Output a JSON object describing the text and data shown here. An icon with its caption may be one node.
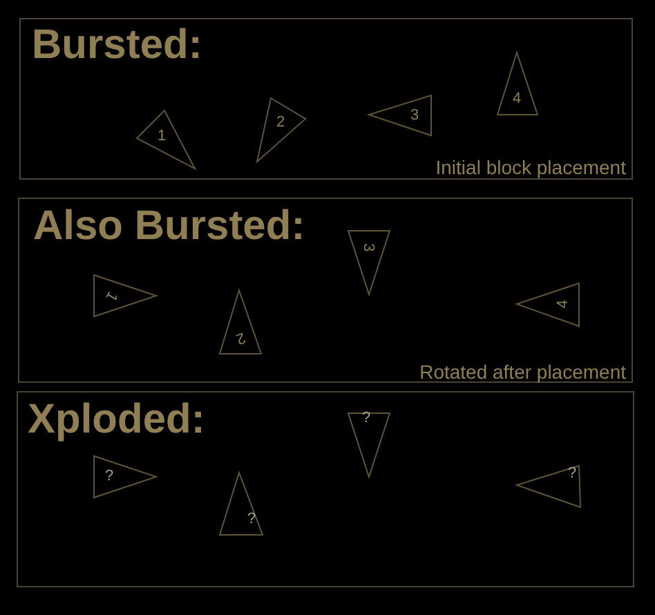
{
  "diagram": {
    "nodes": [
      {
        "text": [
          "Bursted:",
          "Initial block placement"
        ]
      },
      {
        "text": [
          "1"
        ],
        "in": 0
      },
      {
        "text": [
          "2"
        ],
        "in": 0
      },
      {
        "text": [
          "3"
        ],
        "in": 0
      },
      {
        "text": [
          "4"
        ],
        "in": 0
      },
      {
        "text": [
          "Also Bursted:",
          "Rotated after placement"
        ]
      },
      {
        "text": [
          "1"
        ],
        "in": 5
      },
      {
        "text": [
          "2"
        ],
        "in": 5
      },
      {
        "text": [
          "3"
        ],
        "in": 5
      },
      {
        "text": [
          "4"
        ],
        "in": 5
      },
      {
        "text": [
          "Xploded:"
        ]
      },
      {
        "text": [
          "?"
        ],
        "in": 10
      },
      {
        "text": [
          "?"
        ],
        "in": 10
      },
      {
        "text": [
          "?"
        ],
        "in": 10
      },
      {
        "text": [
          "?"
        ],
        "in": 10
      }
    ]
  }
}
